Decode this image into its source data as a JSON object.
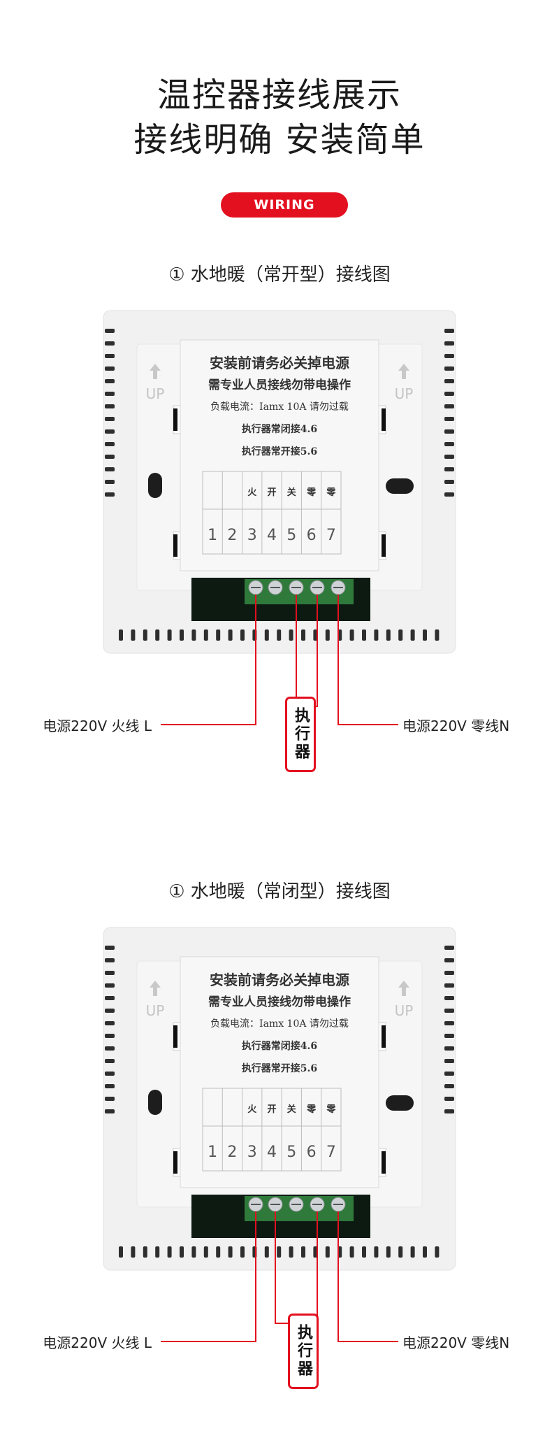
{
  "header": {
    "title_line1": "温控器接线展示",
    "title_line2": "接线明确 安装简单",
    "badge": "WIRING"
  },
  "colors": {
    "accent": "#e3101f",
    "panel": "#f1f1f1",
    "label": "#f4f4f4"
  },
  "diagrams": [
    {
      "title": "① 水地暖（常开型）接线图",
      "label": {
        "line1": "安装前请务必关掉电源",
        "line2": "需专业人员接线勿带电操作",
        "line3": "负载电流：Iamx 10A  请勿过载",
        "line4": "执行器常闭接4.6",
        "line5": "执行器常开接5.6",
        "terminal_names": [
          "",
          "",
          "火",
          "开",
          "关",
          "零",
          "零"
        ],
        "terminal_numbers": [
          "1",
          "2",
          "3",
          "4",
          "5",
          "6",
          "7"
        ]
      },
      "up_text": "UP",
      "left_callout": "电源220V 火线 L",
      "right_callout": "电源220V 零线N",
      "actuator": "执行器"
    },
    {
      "title": "① 水地暖（常闭型）接线图",
      "label": {
        "line1": "安装前请务必关掉电源",
        "line2": "需专业人员接线勿带电操作",
        "line3": "负载电流：Iamx 10A  请勿过载",
        "line4": "执行器常闭接4.6",
        "line5": "执行器常开接5.6",
        "terminal_names": [
          "",
          "",
          "火",
          "开",
          "关",
          "零",
          "零"
        ],
        "terminal_numbers": [
          "1",
          "2",
          "3",
          "4",
          "5",
          "6",
          "7"
        ]
      },
      "up_text": "UP",
      "left_callout": "电源220V 火线 L",
      "right_callout": "电源220V 零线N",
      "actuator": "执行器"
    }
  ]
}
